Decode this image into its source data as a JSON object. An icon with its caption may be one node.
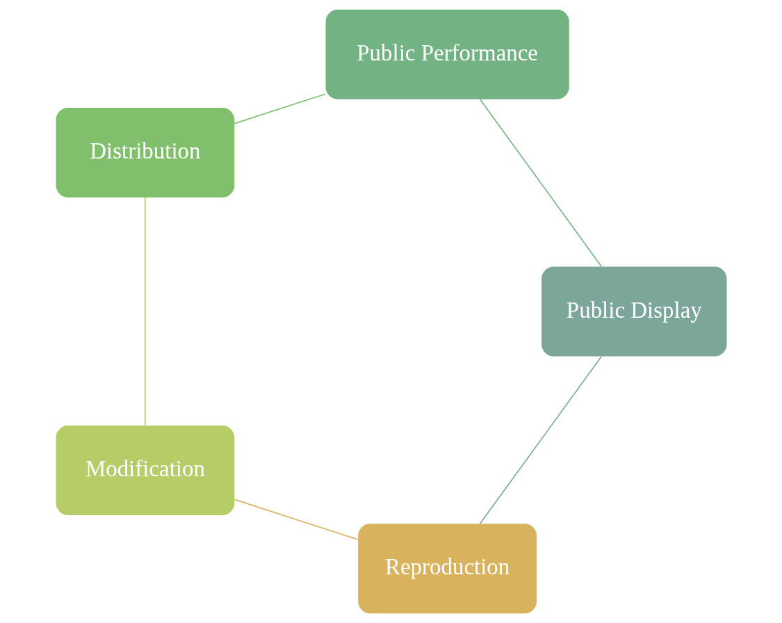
{
  "diagram": {
    "nodes": [
      {
        "text": [
          "Reproduction"
        ]
      },
      {
        "text": [
          "Modification"
        ]
      },
      {
        "text": [
          "Distribution"
        ]
      },
      {
        "text": [
          "Public Performance"
        ]
      },
      {
        "text": [
          "Public Display"
        ]
      }
    ],
    "edges": [
      {
        "from": 0,
        "to": 1,
        "arrow": "none",
        "color": "#d8b25c"
      },
      {
        "from": 1,
        "to": 2,
        "arrow": "none",
        "color": "#b5cc67"
      },
      {
        "from": 2,
        "to": 3,
        "arrow": "none",
        "color": "#80bf6c"
      },
      {
        "from": 3,
        "to": 4,
        "arrow": "none",
        "color": "#73b383"
      },
      {
        "from": 4,
        "to": 0,
        "arrow": "none",
        "color": "#7ba699"
      }
    ]
  }
}
